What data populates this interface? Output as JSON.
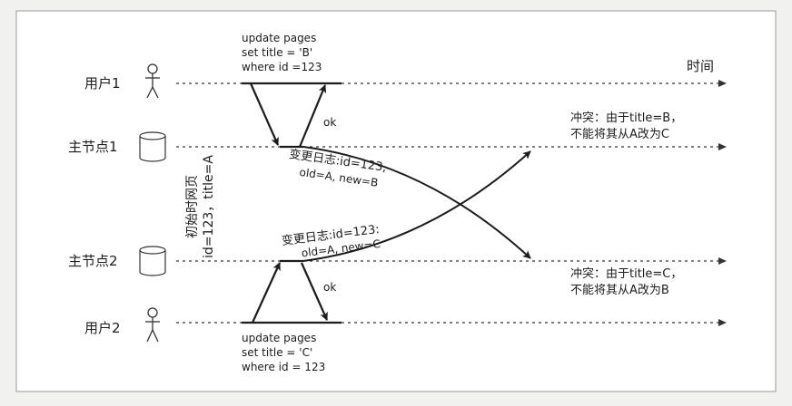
{
  "actors": {
    "user1": "用户1",
    "leader1": "主节点1",
    "leader2": "主节点2",
    "user2": "用户2"
  },
  "time_label": "时间",
  "initial_page": {
    "line1": "初始时网页",
    "line2": "id=123，title=A"
  },
  "update1": {
    "line1": "update pages",
    "line2": "set title = 'B'",
    "line3": "where id =123"
  },
  "update2": {
    "line1": "update pages",
    "line2": "set title = 'C'",
    "line3": "where id = 123"
  },
  "ack_label": "ok",
  "changelog1": {
    "line1": "变更日志:id=123,",
    "line2": "old=A, new=B"
  },
  "changelog2": {
    "line1": "变更日志:id=123:",
    "line2": "old=A, new=C"
  },
  "conflict1": {
    "line1": "冲突：由于title=B，",
    "line2": "不能将其从A改为C"
  },
  "conflict2": {
    "line1": "冲突：由于title=C，",
    "line2": "不能将其从A改为B"
  },
  "colors": {
    "background": "#f1f1ef",
    "panel": "#ffffff",
    "border": "#9a9a9a",
    "ink": "#1c1c1c"
  }
}
